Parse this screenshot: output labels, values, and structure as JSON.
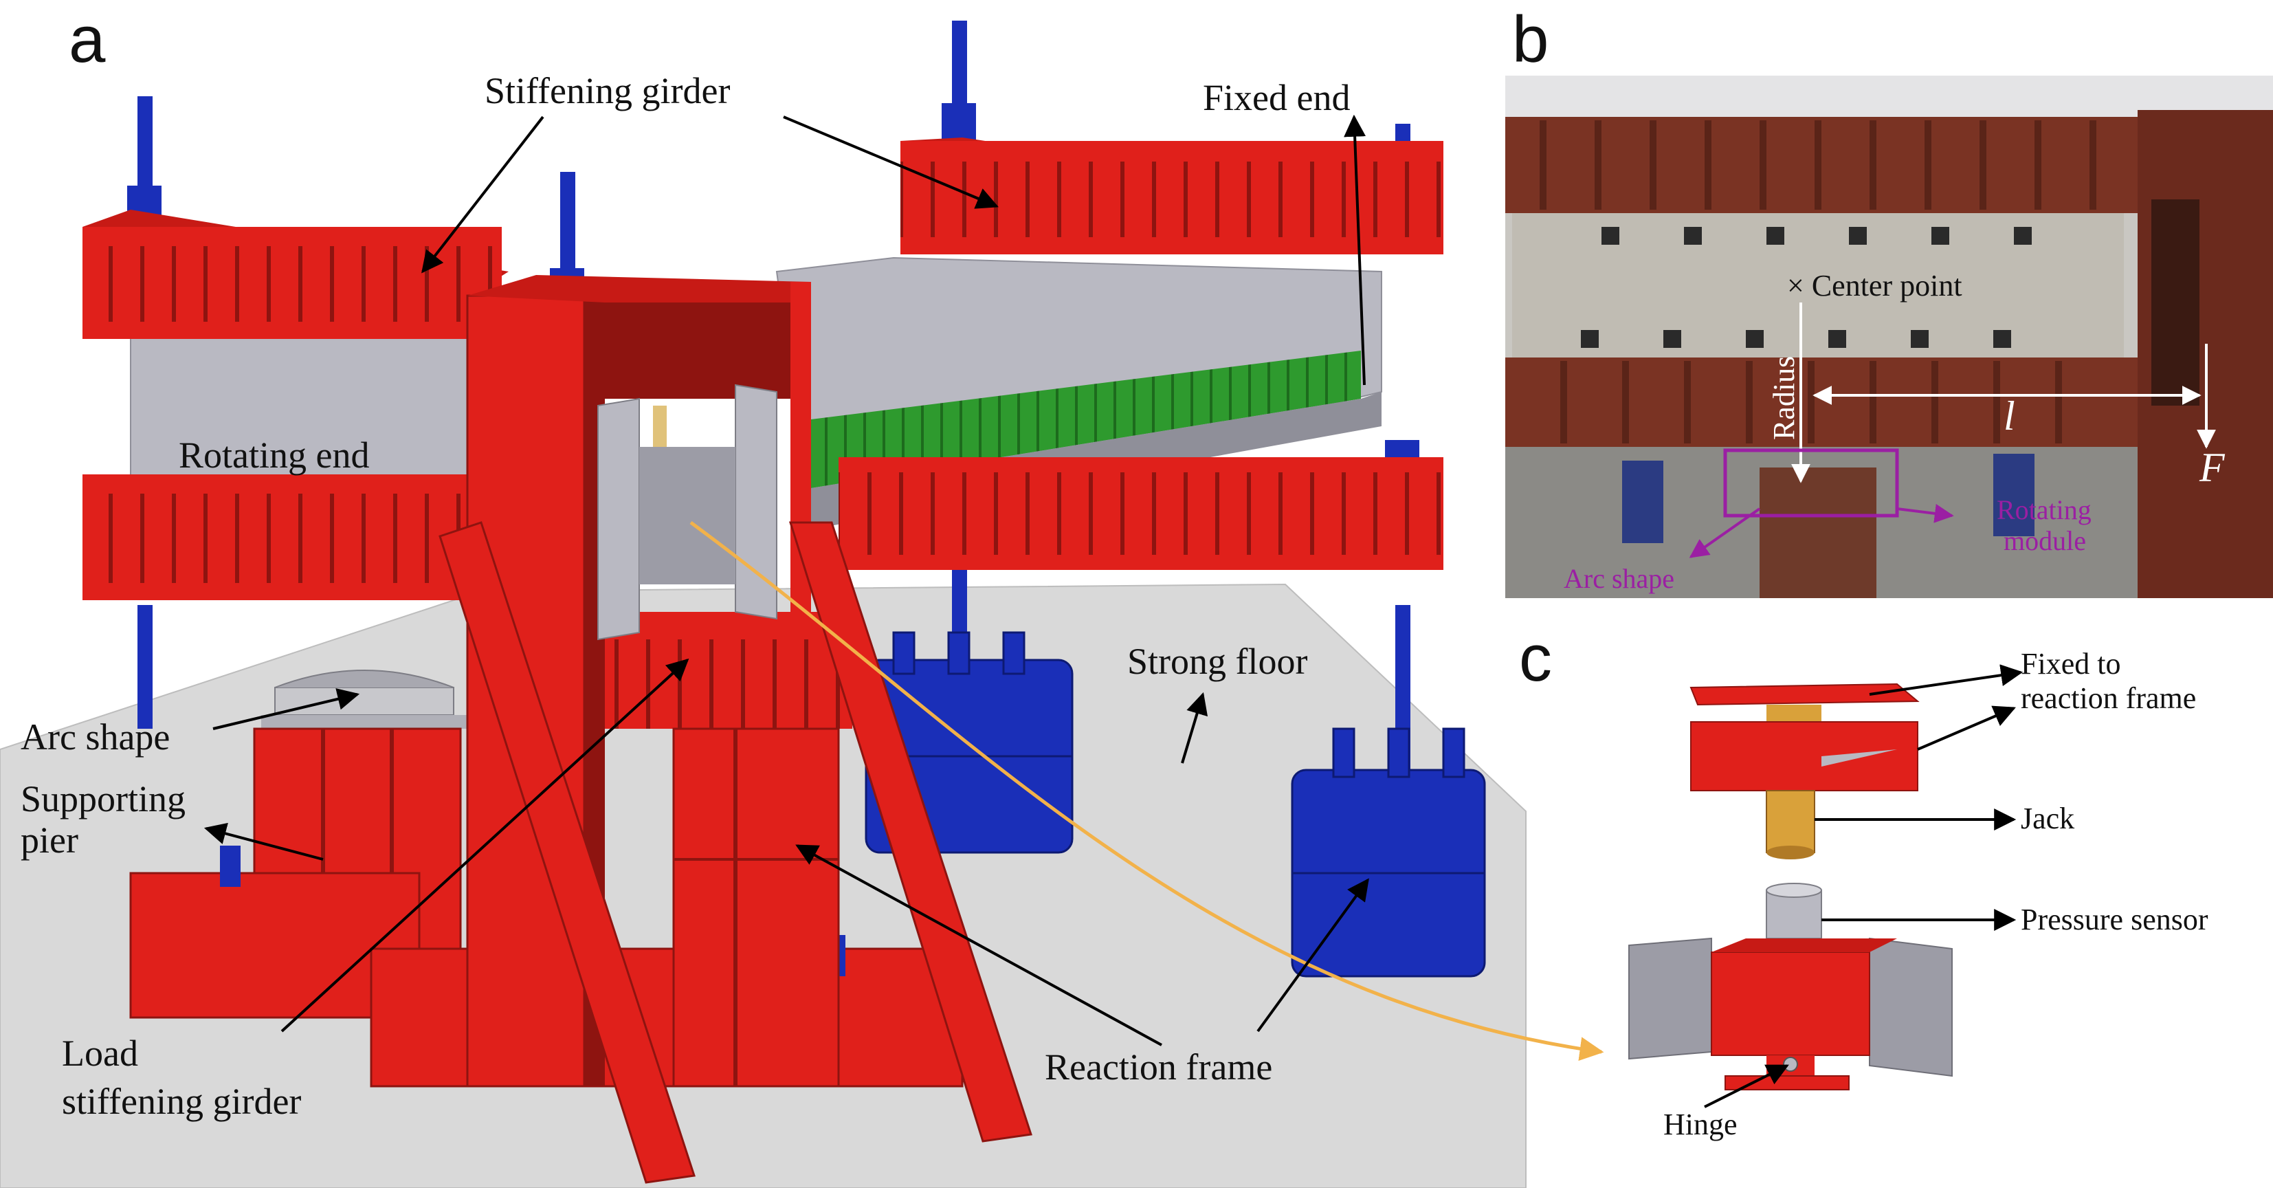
{
  "panels": {
    "a": "a",
    "b": "b",
    "c": "c"
  },
  "panel_a": {
    "stiffening_girder": "Stiffening girder",
    "fixed_end": "Fixed end",
    "rotating_end": "Rotating end",
    "arc_shape": "Arc shape",
    "supporting_pier_1": "Supporting",
    "supporting_pier_2": "pier",
    "strong_floor": "Strong floor",
    "load_girder_1": "Load",
    "load_girder_2": "stiffening girder",
    "reaction_frame": "Reaction frame"
  },
  "panel_b": {
    "center_point": "× Center point",
    "radius": "Radius",
    "length": "l",
    "force": "F",
    "rotating_module_1": "Rotating",
    "rotating_module_2": "module",
    "arc_shape": "Arc shape"
  },
  "panel_c": {
    "fixed_1": "Fixed to",
    "fixed_2": "reaction frame",
    "jack": "Jack",
    "pressure_sensor": "Pressure sensor",
    "hinge": "Hinge"
  },
  "colors": {
    "frame_red": "#e0201b",
    "frame_dark": "#8e1410",
    "rod_blue": "#1a2fb8",
    "slab_gray": "#b9b9c2",
    "floor_gray": "#d9d9d9",
    "green": "#2e9a2e",
    "leader_orange": "#f2b24a",
    "annotation_purple": "#9b1fa3"
  }
}
